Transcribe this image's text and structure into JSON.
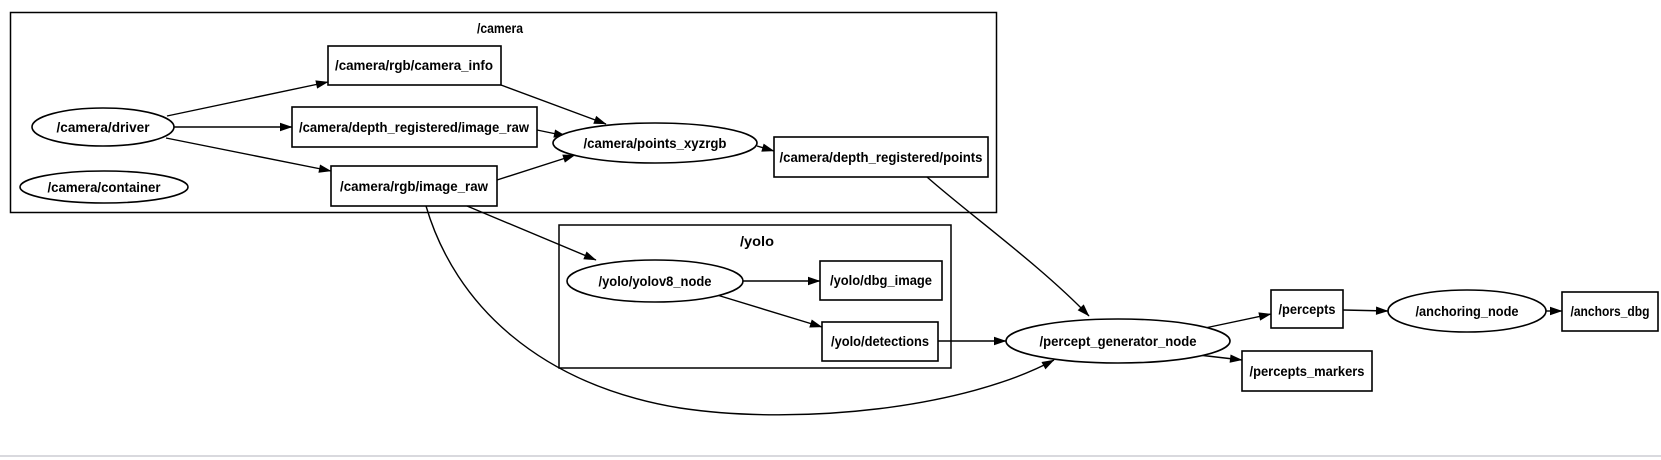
{
  "diagram": {
    "type": "ros-node-graph",
    "colors": {
      "background": "#ffffff",
      "stroke": "#000000",
      "node_fill": "#ffffff",
      "divider": "#d9d9de"
    },
    "clusters": [
      {
        "id": "camera",
        "label": "/camera"
      },
      {
        "id": "yolo",
        "label": "/yolo"
      }
    ],
    "nodes": [
      {
        "id": "camera-driver",
        "label": "/camera/driver"
      },
      {
        "id": "camera-container",
        "label": "/camera/container"
      },
      {
        "id": "camera-points-xyzrgb",
        "label": "/camera/points_xyzrgb"
      },
      {
        "id": "yolo-yolov8-node",
        "label": "/yolo/yolov8_node"
      },
      {
        "id": "percept-generator-node",
        "label": "/percept_generator_node"
      },
      {
        "id": "anchoring-node",
        "label": "/anchoring_node"
      }
    ],
    "topics": [
      {
        "id": "camera-rgb-camera-info",
        "label": "/camera/rgb/camera_info"
      },
      {
        "id": "camera-depth-registered-image-raw",
        "label": "/camera/depth_registered/image_raw"
      },
      {
        "id": "camera-rgb-image-raw",
        "label": "/camera/rgb/image_raw"
      },
      {
        "id": "camera-depth-registered-points",
        "label": "/camera/depth_registered/points"
      },
      {
        "id": "yolo-dbg-image",
        "label": "/yolo/dbg_image"
      },
      {
        "id": "yolo-detections",
        "label": "/yolo/detections"
      },
      {
        "id": "percepts",
        "label": "/percepts"
      },
      {
        "id": "percepts-markers",
        "label": "/percepts_markers"
      },
      {
        "id": "anchors-dbg",
        "label": "/anchors_dbg"
      }
    ],
    "edges": [
      {
        "from": "/camera/driver",
        "to": "/camera/rgb/camera_info"
      },
      {
        "from": "/camera/driver",
        "to": "/camera/depth_registered/image_raw"
      },
      {
        "from": "/camera/driver",
        "to": "/camera/rgb/image_raw"
      },
      {
        "from": "/camera/rgb/camera_info",
        "to": "/camera/points_xyzrgb"
      },
      {
        "from": "/camera/depth_registered/image_raw",
        "to": "/camera/points_xyzrgb"
      },
      {
        "from": "/camera/rgb/image_raw",
        "to": "/camera/points_xyzrgb"
      },
      {
        "from": "/camera/points_xyzrgb",
        "to": "/camera/depth_registered/points"
      },
      {
        "from": "/camera/depth_registered/points",
        "to": "/percept_generator_node"
      },
      {
        "from": "/camera/rgb/image_raw",
        "to": "/yolo/yolov8_node"
      },
      {
        "from": "/camera/rgb/image_raw",
        "to": "/percept_generator_node"
      },
      {
        "from": "/yolo/yolov8_node",
        "to": "/yolo/dbg_image"
      },
      {
        "from": "/yolo/yolov8_node",
        "to": "/yolo/detections"
      },
      {
        "from": "/yolo/detections",
        "to": "/percept_generator_node"
      },
      {
        "from": "/percept_generator_node",
        "to": "/percepts"
      },
      {
        "from": "/percept_generator_node",
        "to": "/percepts_markers"
      },
      {
        "from": "/percepts",
        "to": "/anchoring_node"
      },
      {
        "from": "/anchoring_node",
        "to": "/anchors_dbg"
      }
    ]
  }
}
